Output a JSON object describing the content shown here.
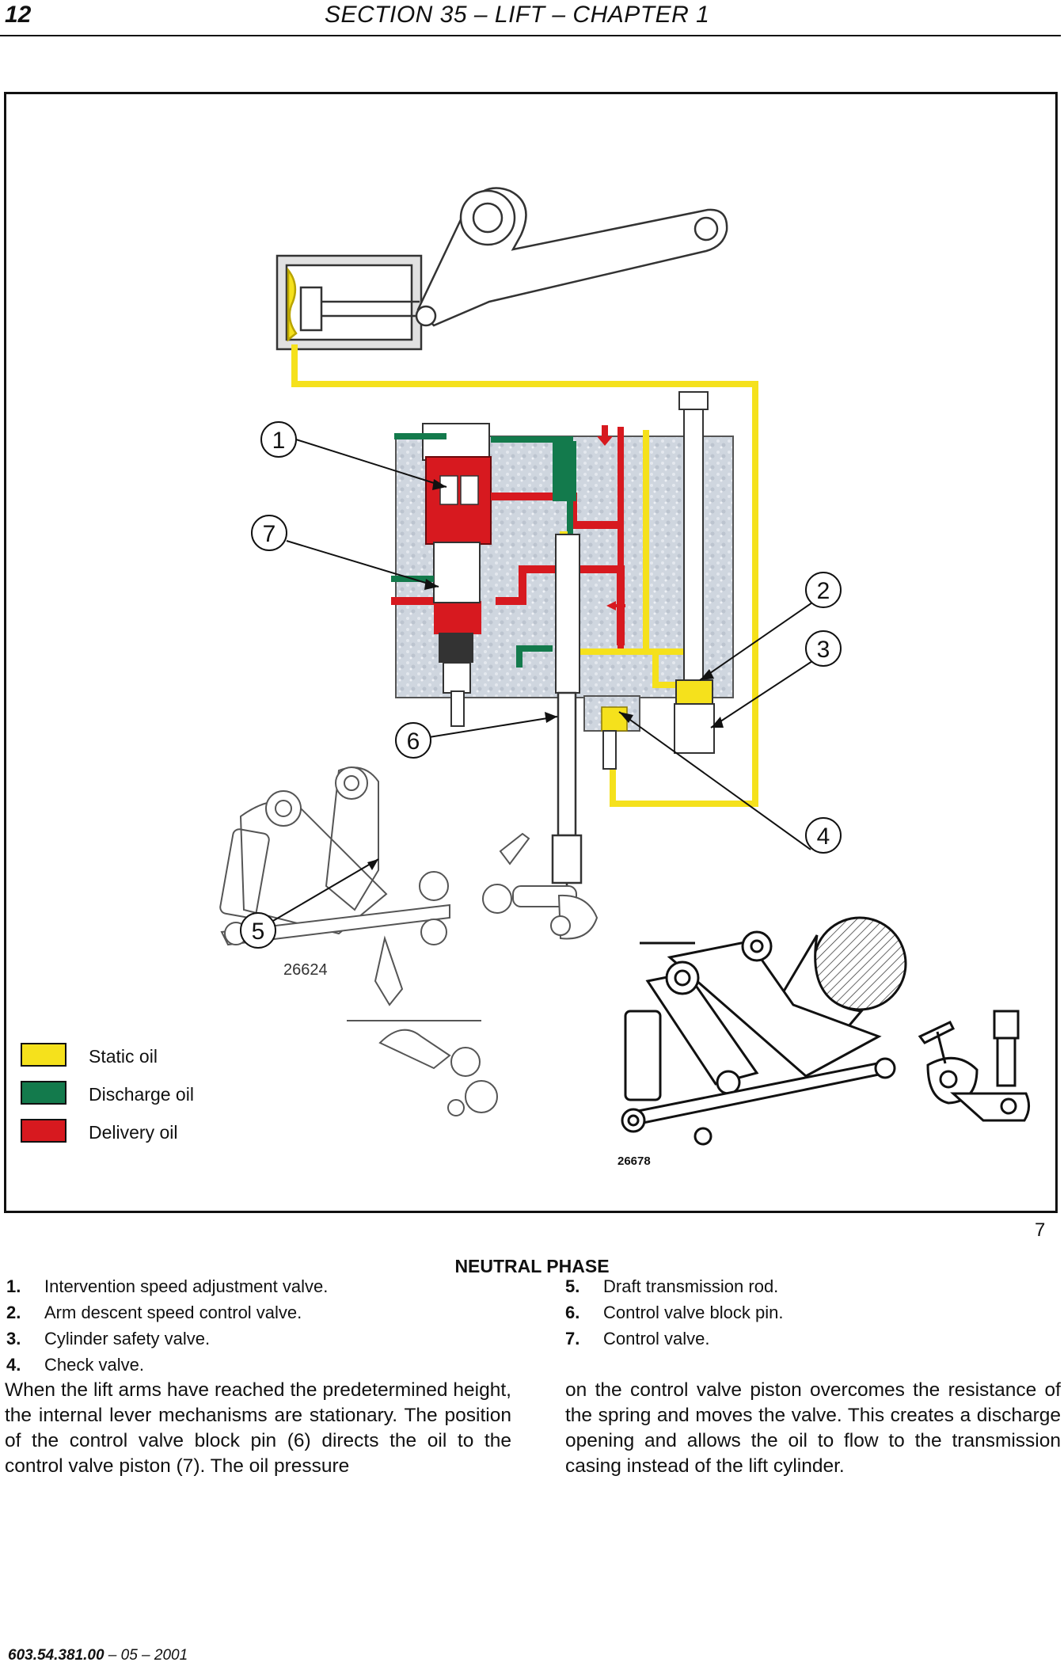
{
  "header": {
    "page_number": "12",
    "section_title": "SECTION 35 – LIFT – CHAPTER 1"
  },
  "figure": {
    "callouts": [
      "1",
      "2",
      "3",
      "4",
      "5",
      "6",
      "7"
    ],
    "drawing_ref_main": "26624",
    "drawing_ref_inset": "26678",
    "legend": [
      {
        "label": "Static oil",
        "color": "#f5e11c"
      },
      {
        "label": "Discharge oil",
        "color": "#137a4c"
      },
      {
        "label": "Delivery oil",
        "color": "#d7191f"
      }
    ],
    "figure_number": "7"
  },
  "phase_title": "NEUTRAL PHASE",
  "parts_left": [
    {
      "num": "1.",
      "text": "Intervention speed adjustment valve."
    },
    {
      "num": "2.",
      "text": "Arm descent speed control valve."
    },
    {
      "num": "3.",
      "text": "Cylinder safety valve."
    },
    {
      "num": "4.",
      "text": "Check valve."
    }
  ],
  "parts_right": [
    {
      "num": "5.",
      "text": "Draft transmission rod."
    },
    {
      "num": "6.",
      "text": "Control valve block pin."
    },
    {
      "num": "7.",
      "text": "Control valve."
    }
  ],
  "body": {
    "col1": "When the lift arms have reached the predetermined height, the internal lever mechanisms are stationary. The position of the control valve block pin (6) directs the oil to the control valve piston (7). The oil pressure",
    "col2": "on the control valve piston overcomes the resistance of the spring and moves the valve. This creates a discharge opening and allows the oil to flow to the transmission casing instead of the lift cylinder."
  },
  "footer": {
    "doc_number": "603.54.381.00",
    "edition": " – 05 – 2001"
  }
}
